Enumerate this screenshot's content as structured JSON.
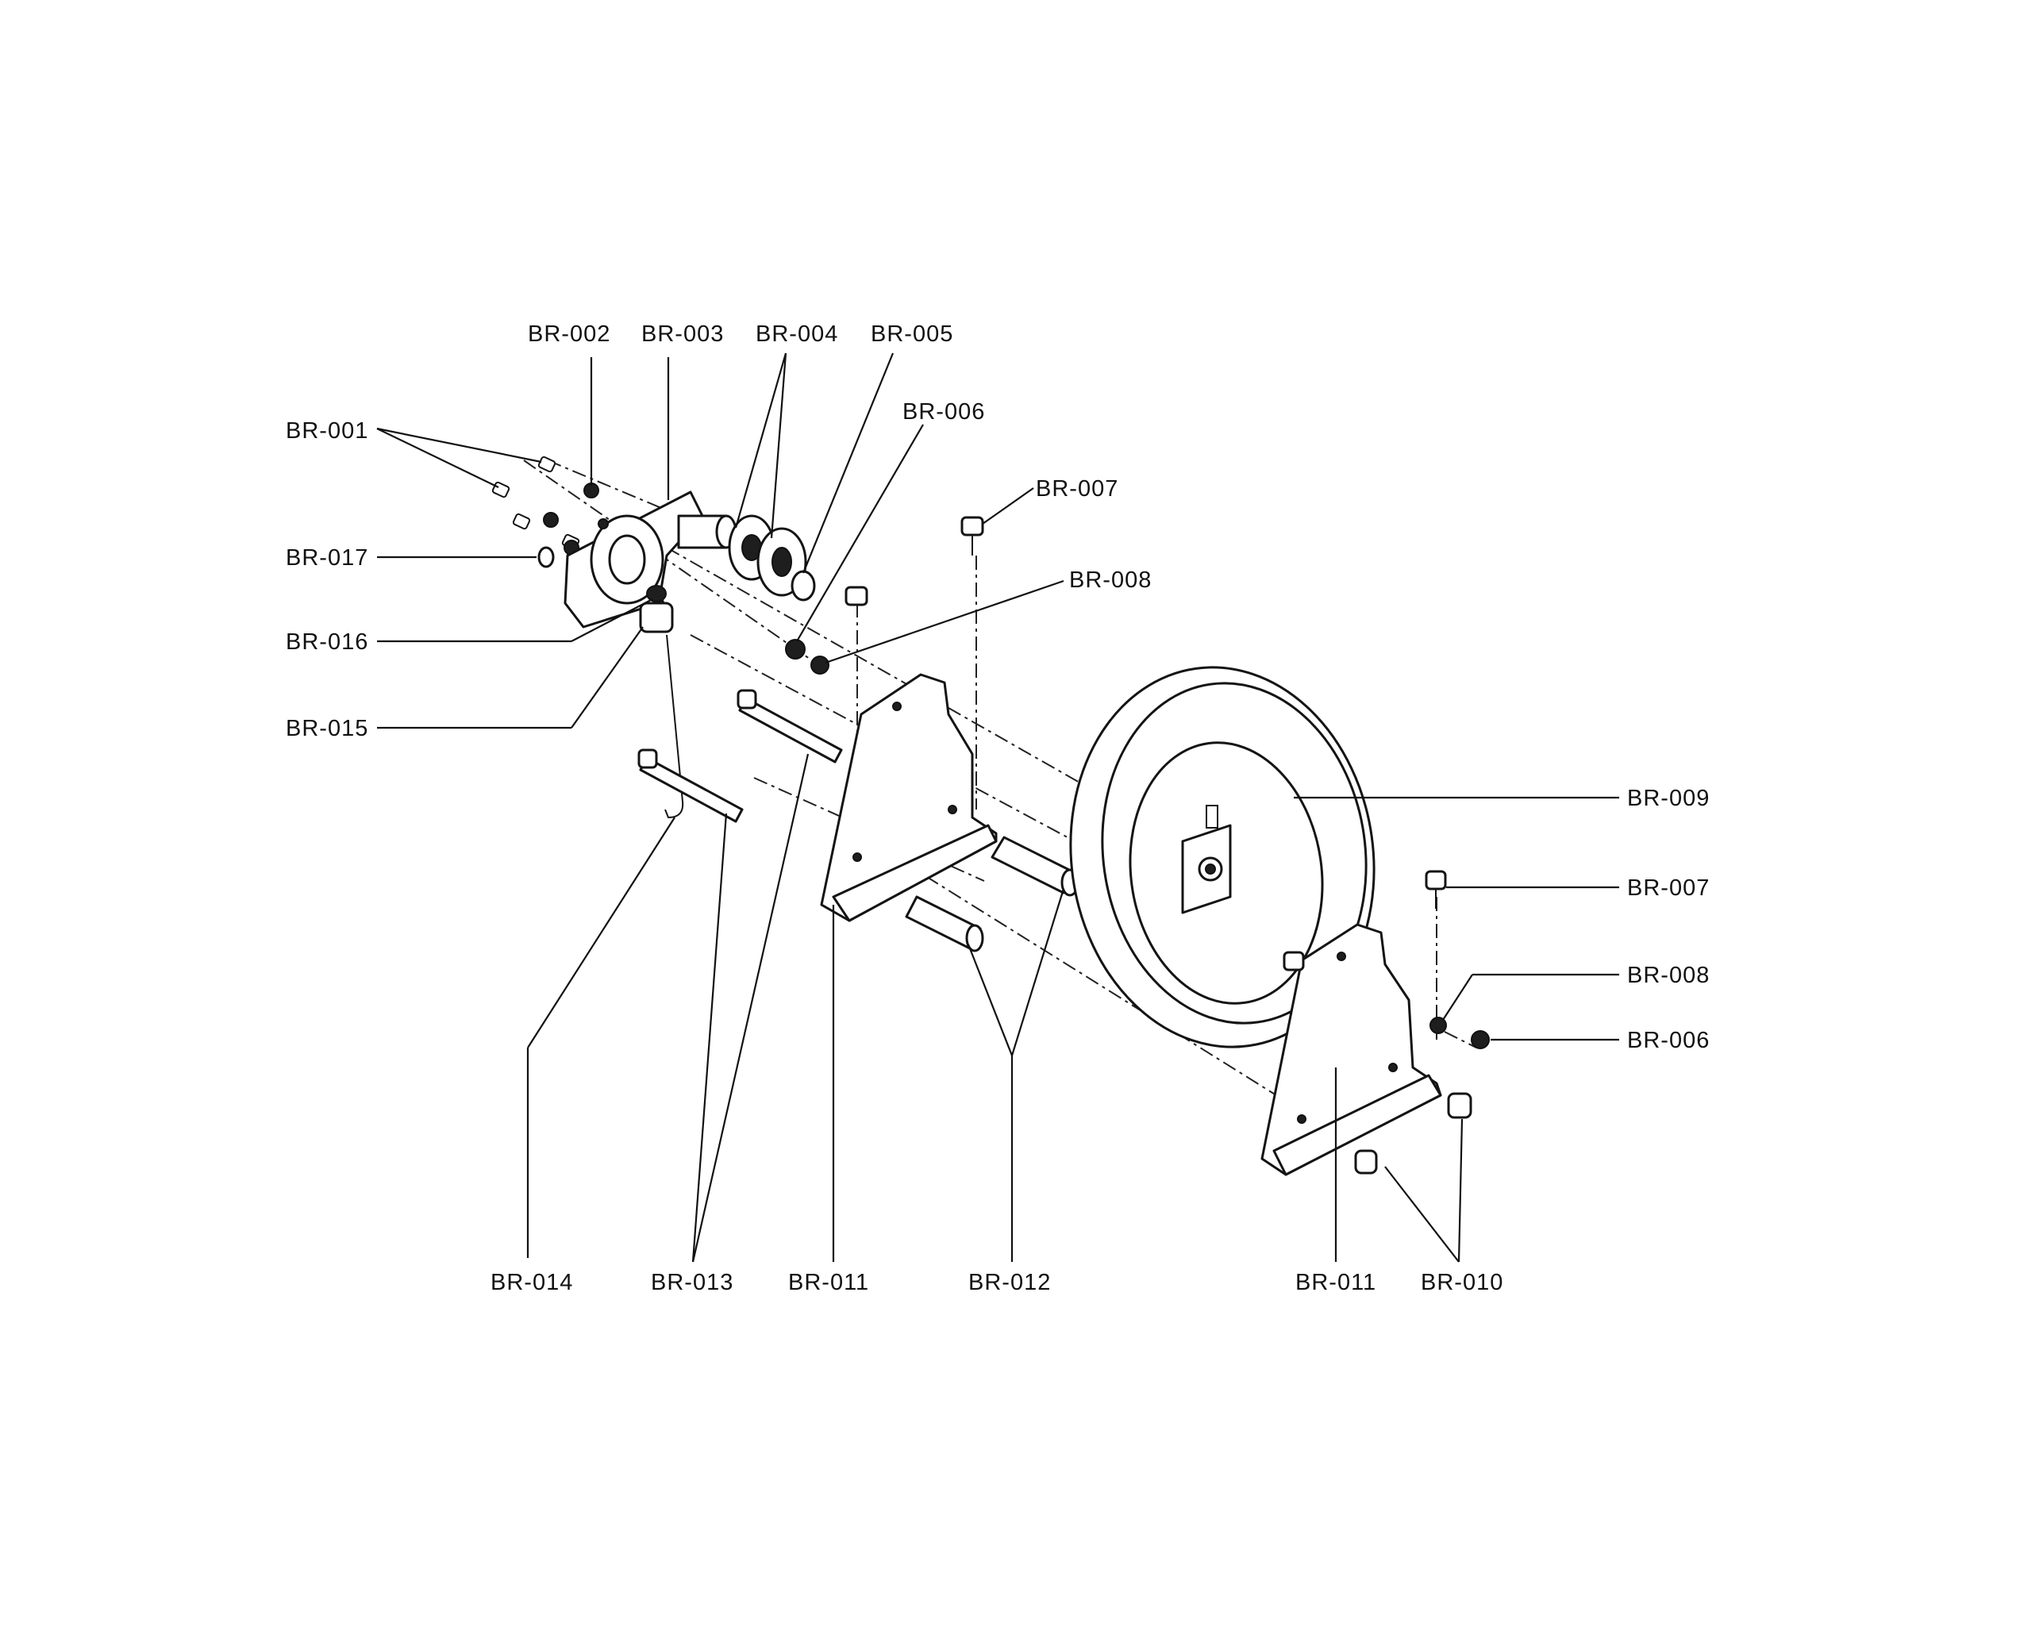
{
  "callouts": {
    "br001": "BR-001",
    "br002": "BR-002",
    "br003": "BR-003",
    "br004": "BR-004",
    "br005": "BR-005",
    "br006_top": "BR-006",
    "br007_top": "BR-007",
    "br008_top": "BR-008",
    "br009": "BR-009",
    "br007_right": "BR-007",
    "br008_right": "BR-008",
    "br006_right": "BR-006",
    "br010": "BR-010",
    "br011_right": "BR-011",
    "br012": "BR-012",
    "br011_left": "BR-011",
    "br013": "BR-013",
    "br014": "BR-014",
    "br015": "BR-015",
    "br016": "BR-016",
    "br017": "BR-017"
  },
  "colors": {
    "ink": "#111111",
    "paper": "#ffffff"
  }
}
